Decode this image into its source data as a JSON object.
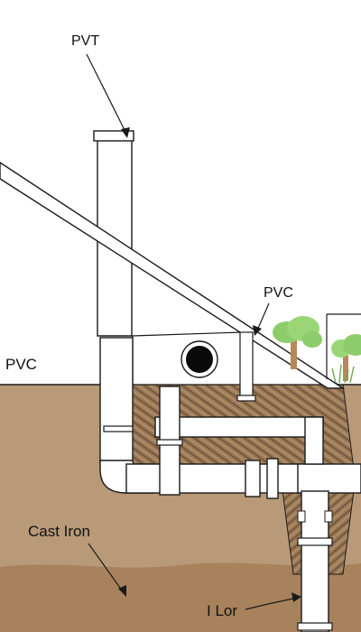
{
  "labels": {
    "pvt": "PVT",
    "pvc_right": "PVC",
    "pvc_left": "PVC",
    "cast_iron": "Cast Iron",
    "i_lor": "I Lor"
  },
  "icons": [
    "tree-icon",
    "tree-icon",
    "grass-icon"
  ],
  "colors": {
    "soil_upper": "#b89a78",
    "soil_lower": "#a8825c",
    "gravel_hatch": "#7a5a3e",
    "pipe_fill": "#ffffff",
    "line": "#1a1a1a",
    "tree_canopy": "#8dcc6a",
    "tree_trunk": "#b5895a"
  }
}
